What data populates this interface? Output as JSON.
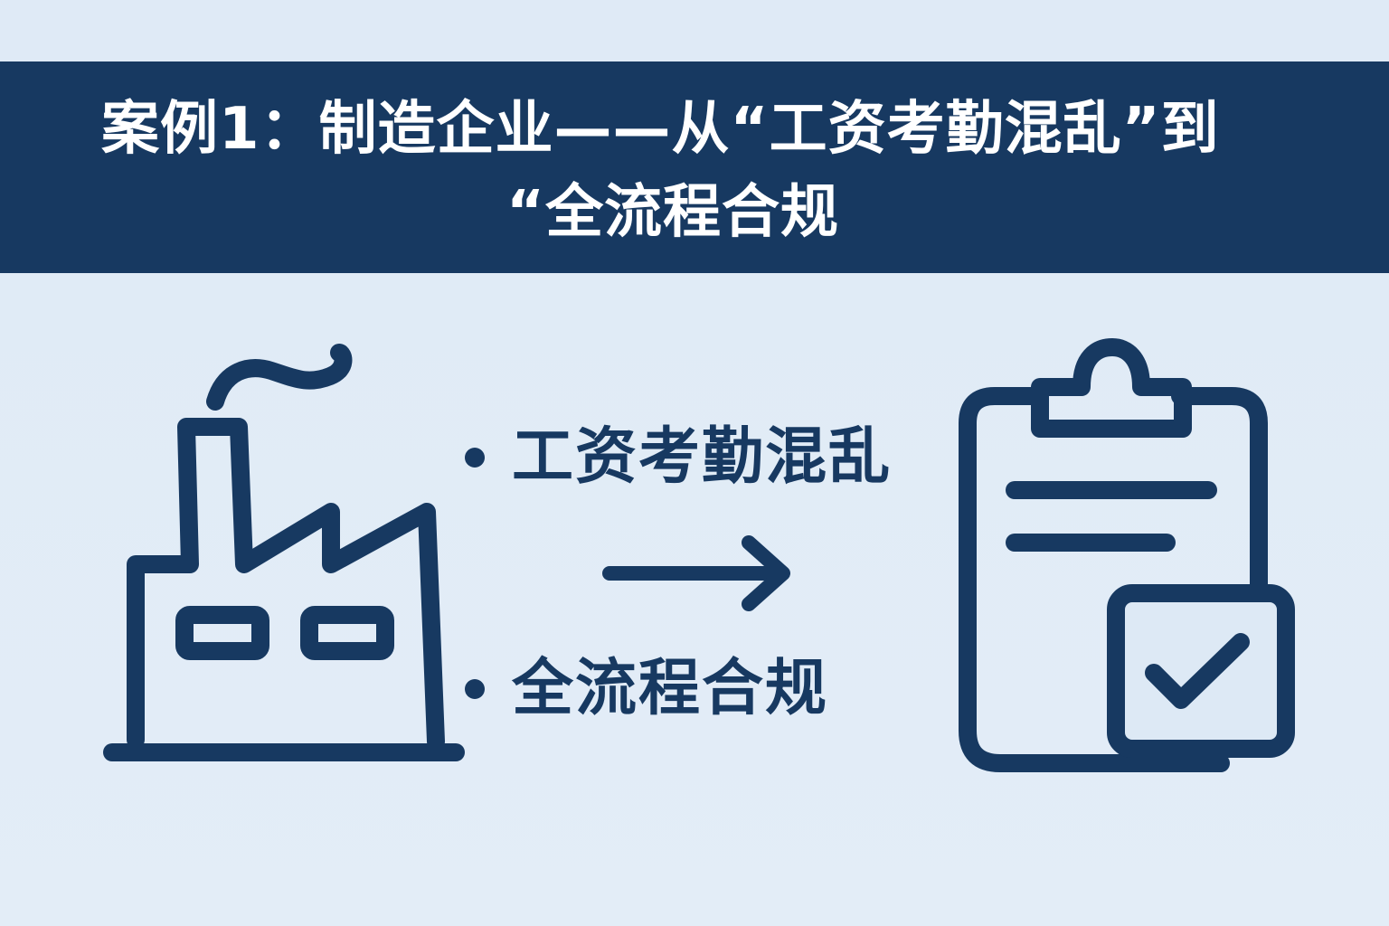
{
  "header": {
    "title_line1": "案例1：制造企业——从“工资考勤混乱”到",
    "title_line2": "“全流程合规"
  },
  "bullets": [
    {
      "text": "工资考勤混乱"
    },
    {
      "text": "全流程合规"
    }
  ],
  "icons": {
    "left": "factory-icon",
    "middle": "right-arrow-icon",
    "right": "clipboard-check-icon"
  },
  "colors": {
    "primary": "#173961",
    "background": "#dde9f5",
    "title_text": "#ffffff"
  }
}
